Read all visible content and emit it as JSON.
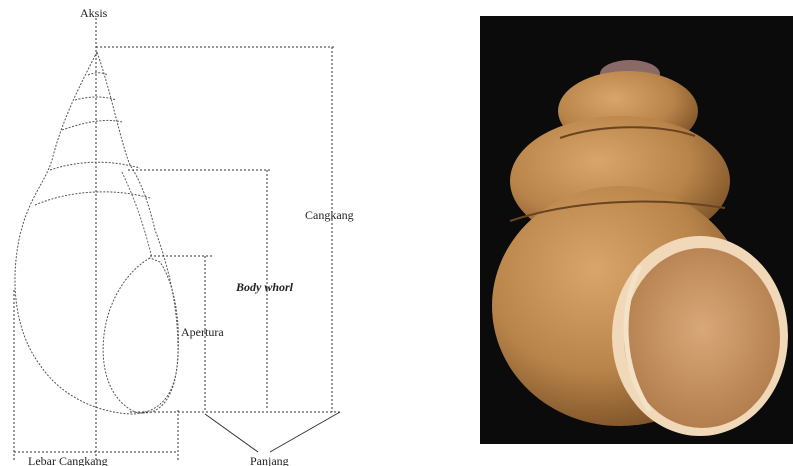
{
  "labels": {
    "axis": "Aksis",
    "shell": "Cangkang",
    "body_whorl": "Body whorl",
    "aperture": "Apertura",
    "shell_width": "Lebar Cangkang",
    "length": "Panjang"
  },
  "photo": {
    "subject": "snail-shell-photo",
    "background_color": "#0b0b0b",
    "shell_color": "#b8844a"
  }
}
